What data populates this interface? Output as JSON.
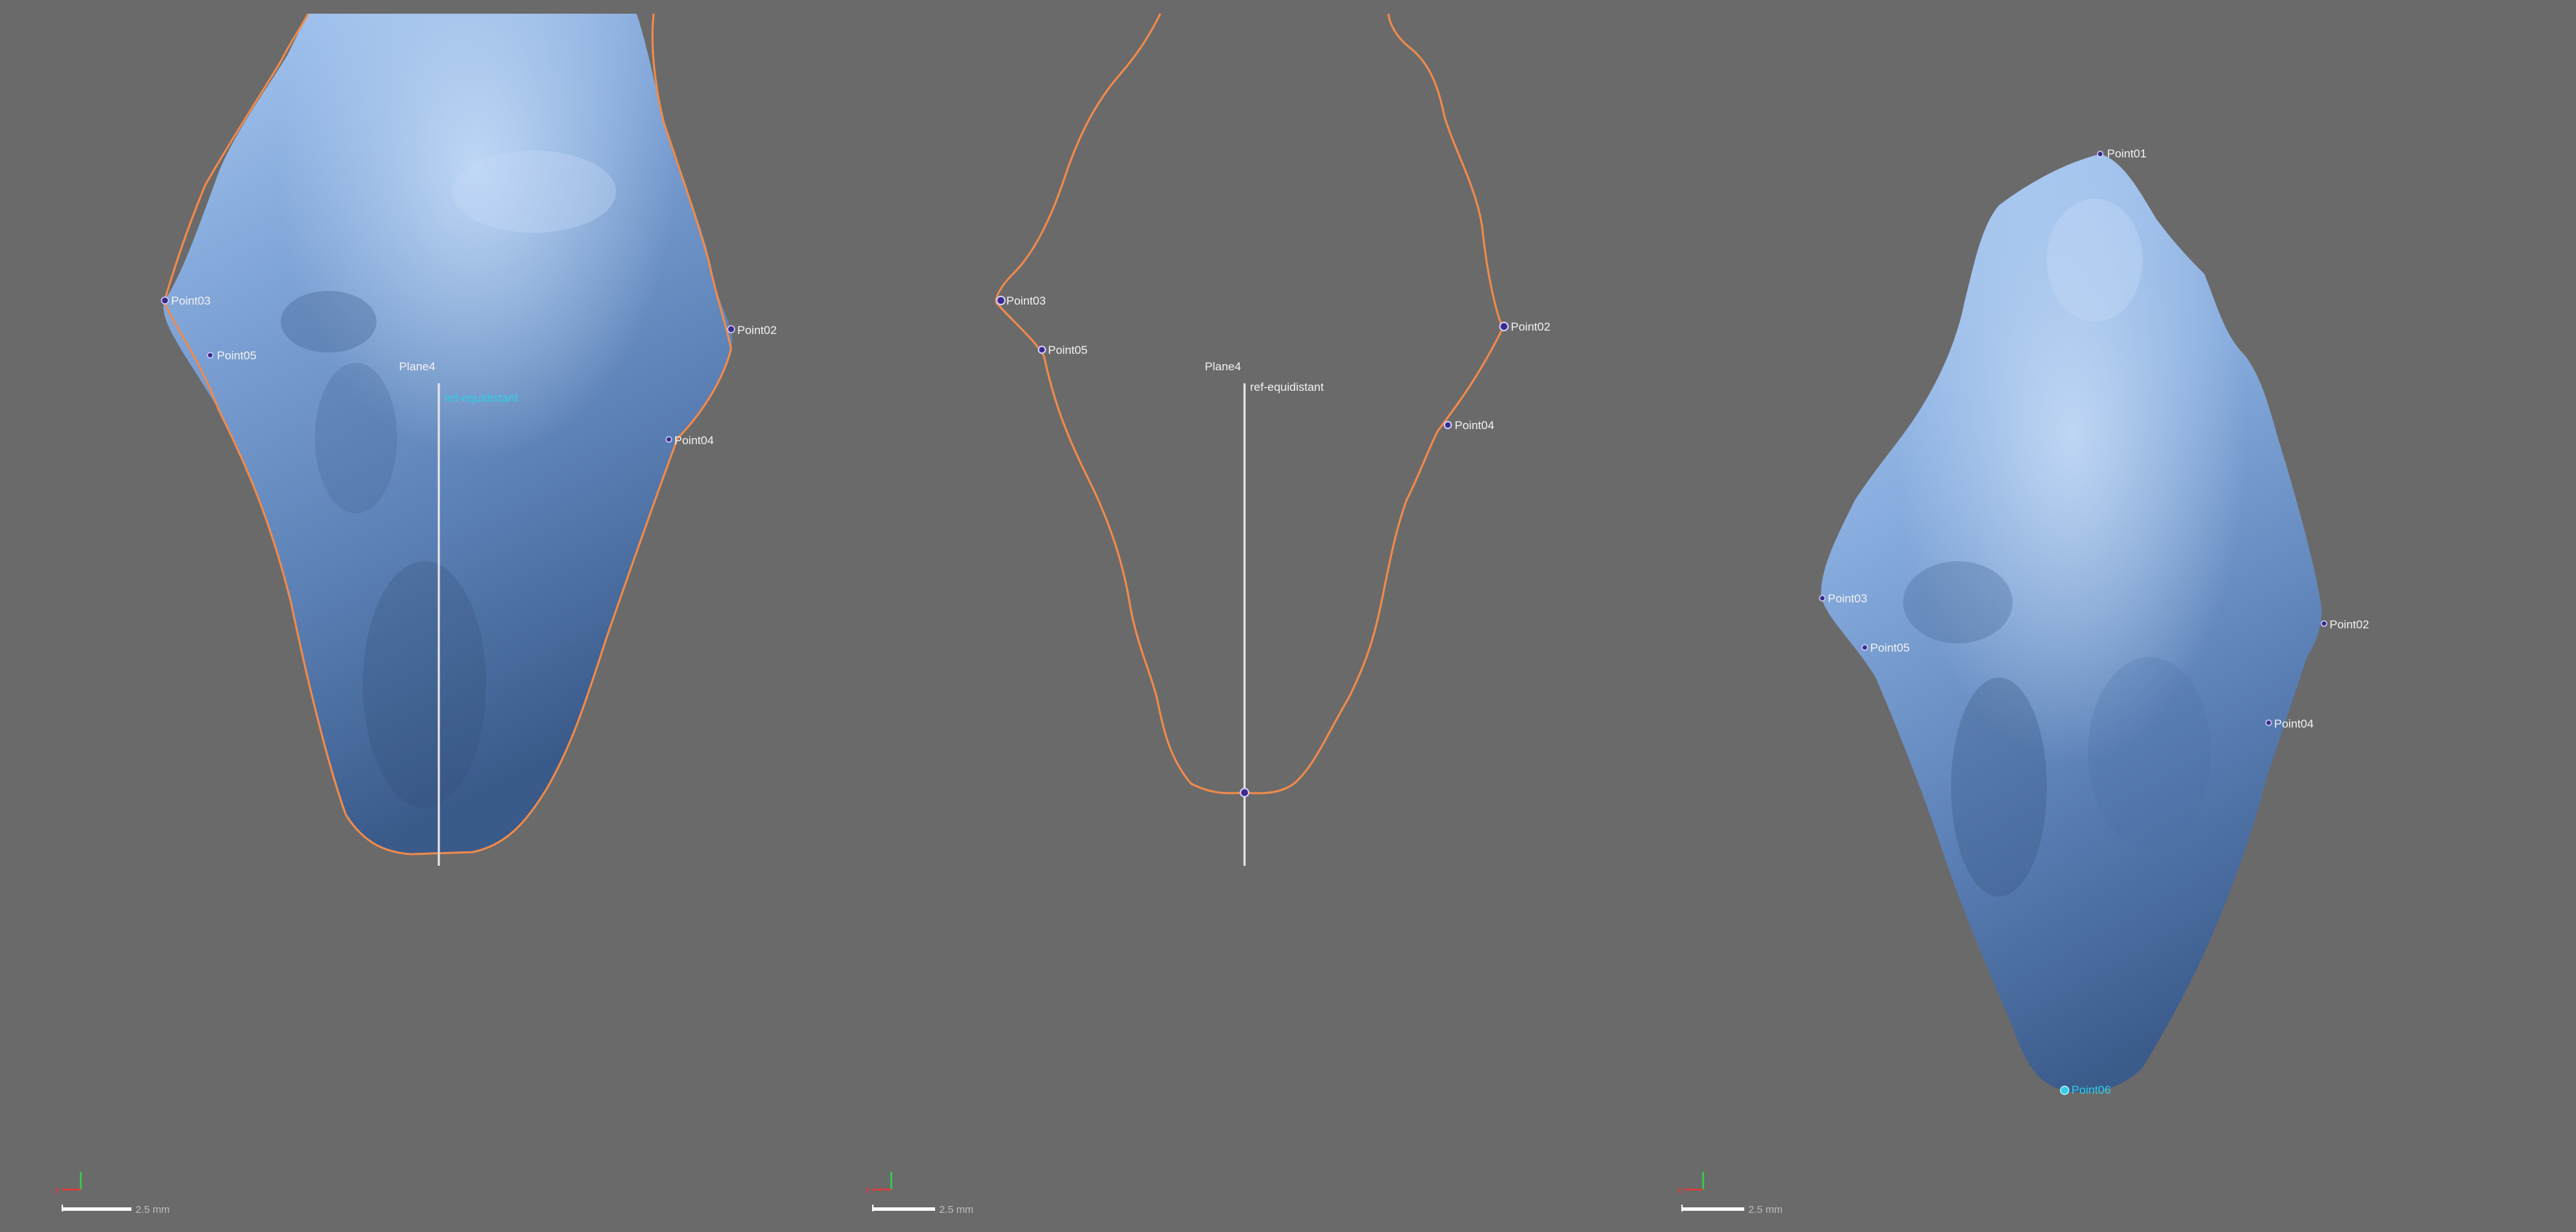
{
  "colors": {
    "background": "#6a6a6a",
    "mesh_light": "#9cc0ee",
    "mesh_mid": "#6f95cb",
    "mesh_dark": "#3f5f8f",
    "outline": "#f08a4b",
    "label": "#f2f2f2",
    "highlight": "#2fd0e6",
    "landmark": "#3a2a8a",
    "axis_x": "#e23a3a",
    "axis_y": "#2fd24a"
  },
  "left": {
    "points": {
      "p03": "Point03",
      "p05": "Point05",
      "p02": "Point02",
      "p04": "Point04"
    },
    "plane": "Plane4",
    "ref": "ref-equidistant",
    "scale": "2.5 mm"
  },
  "middle": {
    "points": {
      "p03": "Point03",
      "p05": "Point05",
      "p02": "Point02",
      "p04": "Point04"
    },
    "plane": "Plane4",
    "ref": "ref-equidistant",
    "scale": "2.5 mm"
  },
  "right": {
    "points": {
      "p01": "Point01",
      "p03": "Point03",
      "p05": "Point05",
      "p02": "Point02",
      "p04": "Point04",
      "p06": "Point06"
    },
    "scale": "2.5 mm"
  }
}
